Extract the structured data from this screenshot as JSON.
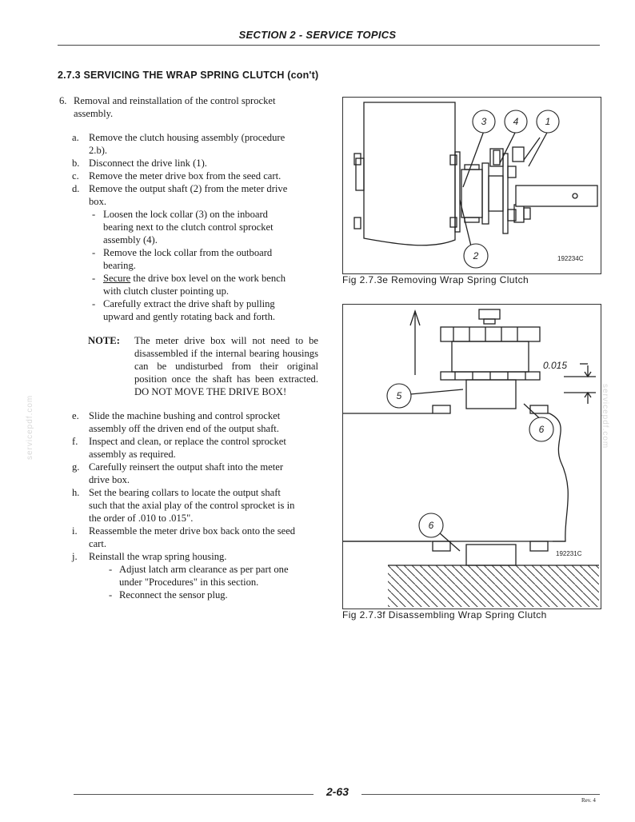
{
  "header": {
    "section_title": "SECTION 2 - SERVICE TOPICS"
  },
  "subheading": "2.7.3 SERVICING THE WRAP SPRING CLUTCH (con't)",
  "steps": {
    "s6": {
      "marker": "6.",
      "line1": "Removal and reinstallation of the control sprocket",
      "line2": "assembly."
    },
    "a": {
      "marker": "a.",
      "line1": "Remove the clutch housing assembly (procedure",
      "line2": "2.b)."
    },
    "b": {
      "marker": "b.",
      "line1": "Disconnect the drive link (1)."
    },
    "c": {
      "marker": "c.",
      "line1": "Remove the meter drive box from the seed cart."
    },
    "d": {
      "marker": "d.",
      "line1": "Remove the output shaft (2) from the meter drive",
      "line2": "box."
    },
    "d1": {
      "marker": "-",
      "line1": "Loosen the lock collar (3) on the inboard",
      "line2": "bearing next to the clutch control sprocket",
      "line3": "assembly (4)."
    },
    "d2": {
      "marker": "-",
      "line1": "Remove the lock collar from the outboard",
      "line2": "bearing."
    },
    "d3": {
      "marker": "-",
      "underlined": "Secure",
      "rest1": " the drive box level on the work bench",
      "line2": "with clutch cluster pointing up."
    },
    "d4": {
      "marker": "-",
      "line1": "Carefully extract the drive shaft by pulling",
      "line2": "upward and gently rotating back and forth."
    },
    "note": {
      "label": "NOTE:",
      "text": "The meter drive box will not need to be disassembled if the internal bearing housings can be undisturbed from their original position once the shaft has been extracted.    DO NOT MOVE THE DRIVE BOX!"
    },
    "e": {
      "marker": "e.",
      "line1": "Slide the machine bushing and control sprocket",
      "line2": "assembly off the driven end of the output shaft."
    },
    "f": {
      "marker": "f.",
      "line1": "Inspect and clean, or replace the control sprocket",
      "line2": "assembly as required."
    },
    "g": {
      "marker": "g.",
      "line1": "Carefully reinsert the output shaft into the meter",
      "line2": "drive box."
    },
    "h": {
      "marker": "h.",
      "line1": "Set the bearing collars to locate the output shaft",
      "line2": "such that the axial play of the control sprocket is in",
      "line3": "the order of .010 to .015\"."
    },
    "i": {
      "marker": "i.",
      "line1": "Reassemble the meter drive box back onto the seed",
      "line2": "cart."
    },
    "j": {
      "marker": "j.",
      "line1": "Reinstall the wrap spring housing."
    },
    "j1": {
      "marker": "-",
      "line1": "Adjust latch arm clearance as per part one",
      "line2": "under \"Procedures\" in this section."
    },
    "j2": {
      "marker": "-",
      "line1": "Reconnect the sensor plug."
    }
  },
  "figures": {
    "fig_e": {
      "caption": "Fig 2.7.3e  Removing Wrap Spring Clutch",
      "part_code": "192234C",
      "callouts": {
        "c3": "3",
        "c4": "4",
        "c1": "1",
        "c2": "2"
      }
    },
    "fig_f": {
      "caption": "Fig 2.7.3f  Disassembling Wrap Spring Clutch",
      "part_code": "192231C",
      "dimension": "0.015",
      "callouts": {
        "c5": "5",
        "c6a": "6",
        "c6b": "6"
      }
    }
  },
  "footer": {
    "page_number": "2-63",
    "revision": "Rev. 4"
  },
  "watermark": "servicepdf.com"
}
